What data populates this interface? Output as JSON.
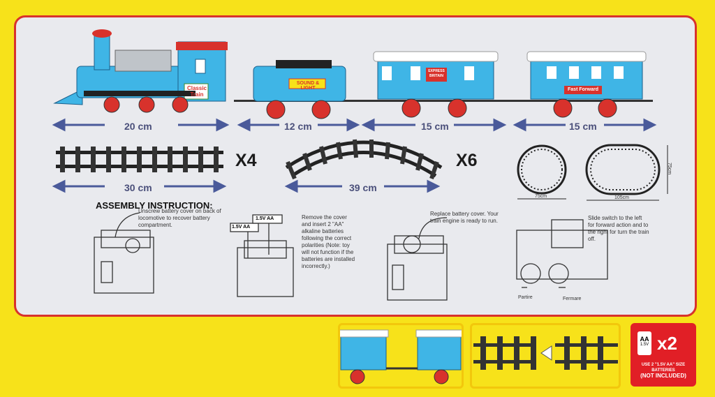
{
  "dimensions": {
    "locomotive": "20 cm",
    "tender": "12 cm",
    "car1": "15 cm",
    "car2": "15 cm",
    "straight_track": "30 cm",
    "curved_track": "39 cm"
  },
  "counts": {
    "straight": "X4",
    "curved": "X6"
  },
  "layouts": {
    "circle_width": "75cm",
    "oval_width": "105cm",
    "oval_height": "75cm"
  },
  "labels": {
    "loco_badge_line1": "Classic",
    "loco_badge_line2": "Train",
    "tender_label": "SOUND & LIGHT",
    "car1_label_line1": "EXPRESS",
    "car1_label_line2": "BRITAIN",
    "car2_label": "Fast Forward"
  },
  "assembly": {
    "title": "ASSEMBLY INSTRUCTION:",
    "step1": "Unscrew battery cover on back of locomotive to recover battery compartment.",
    "step2": "Remove the cover and insert 2 \"AA\" alkaline batteries following the correct polarities (Note: toy will not function if the batteries are installed incorrectly.)",
    "step3": "Replace battery cover. Your train engine is ready to run.",
    "step4": "Slide switch to the left for forward action and to the right for turn the train off.",
    "battery_tag1": "1.5V AA",
    "battery_tag2": "1.5V AA",
    "switch_left": "Partire",
    "switch_right": "Fermare"
  },
  "battery_badge": {
    "type": "AA",
    "voltage": "1.5V",
    "count": "x2",
    "note_line1": "USE 2 \"1.5V AA\" SIZE",
    "note_line2": "BATTERIES",
    "note_line3": "(NOT INCLUDED)"
  },
  "colors": {
    "background": "#f7e21a",
    "panel": "#e9eaee",
    "border": "#d8322c",
    "train_blue": "#3fb5e6",
    "arrow": "#4a5a9a",
    "battery_red": "#e11f26"
  }
}
